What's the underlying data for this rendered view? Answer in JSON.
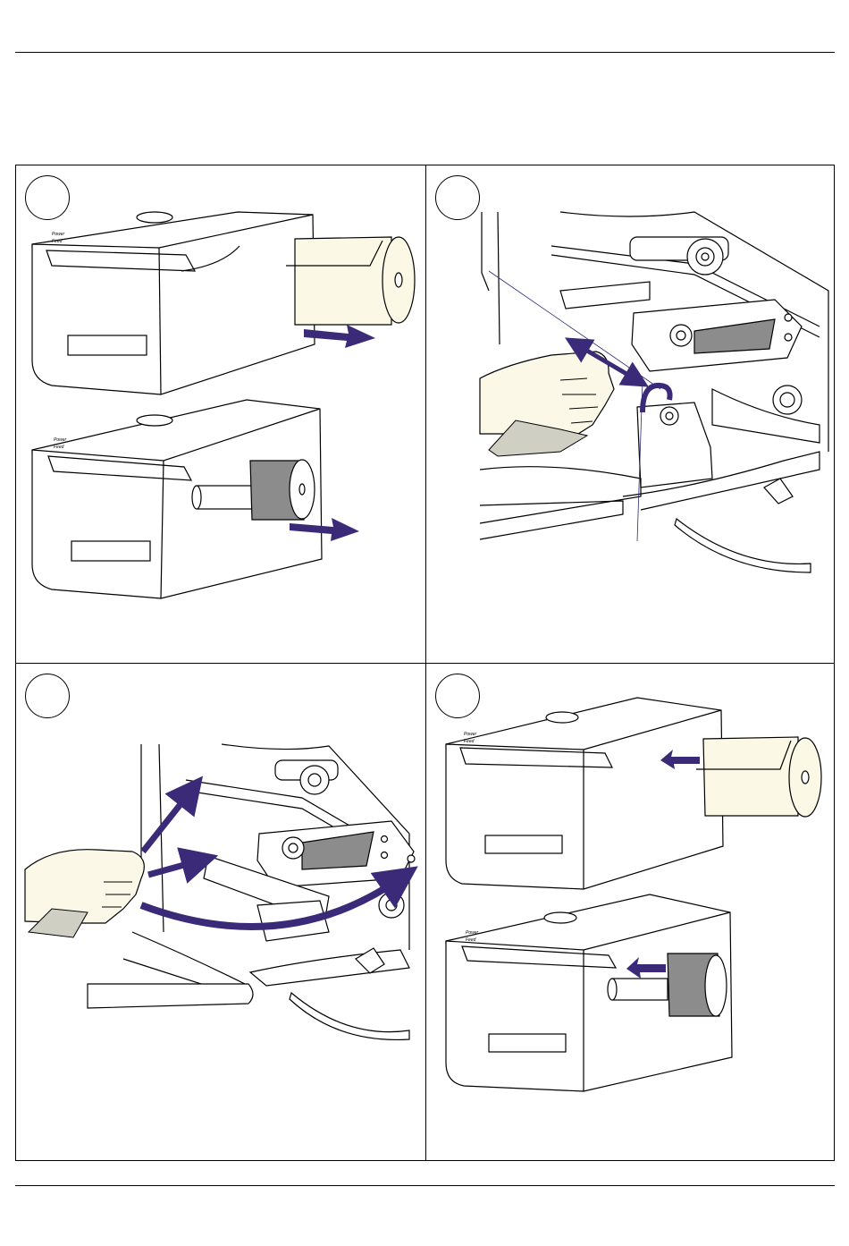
{
  "page": {
    "description_free": true
  },
  "panels": [
    {
      "id": "panel-1",
      "printer_labels": [
        "Power",
        "Feed"
      ]
    },
    {
      "id": "panel-2"
    },
    {
      "id": "panel-3"
    },
    {
      "id": "panel-4",
      "printer_labels": [
        "Power",
        "Feed"
      ]
    }
  ],
  "colors": {
    "arrow": "#3b2a78",
    "media_roll": "#fbf9e6",
    "ribbon_roll": "#8c8c8c",
    "hand": "#fbf8e8",
    "line": "#000000"
  },
  "icons": [
    "step-circle",
    "right-arrow-icon",
    "left-arrow-icon",
    "curved-arrow-icon",
    "double-arrow-icon"
  ]
}
